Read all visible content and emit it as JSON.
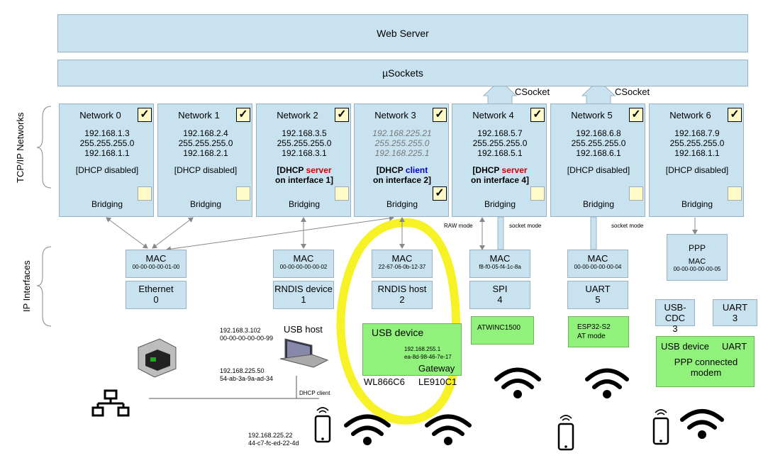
{
  "web_server": "Web Server",
  "usockets": "µSockets",
  "csocket_a": "CSocket",
  "csocket_b": "CSocket",
  "side_labels": {
    "tcpip": "TCP/IP Networks",
    "ip_ifaces": "IP Interfaces"
  },
  "networks": [
    {
      "title": "Network 0",
      "ip": "192.168.1.3",
      "mask": "255.255.255.0",
      "gw": "192.168.1.1",
      "dhcp": "[DHCP disabled]",
      "bridging": "Bridging"
    },
    {
      "title": "Network 1",
      "ip": "192.168.2.4",
      "mask": "255.255.255.0",
      "gw": "192.168.2.1",
      "dhcp": "[DHCP disabled]",
      "bridging": "Bridging"
    },
    {
      "title": "Network 2",
      "ip": "192.168.3.5",
      "mask": "255.255.255.0",
      "gw": "192.168.3.1",
      "dhcp_a": "[DHCP ",
      "dhcp_b": "server",
      "dhcp_c": "on interface 1]",
      "bridging": "Bridging"
    },
    {
      "title": "Network 3",
      "ip": "192.168.225.21",
      "mask": "255.255.255.0",
      "gw": "192.168.225.1",
      "dhcp_a": "[DHCP ",
      "dhcp_b": "client",
      "dhcp_c": "on interface 2]",
      "bridging": "Bridging"
    },
    {
      "title": "Network 4",
      "ip": "192.168.5.7",
      "mask": "255.255.255.0",
      "gw": "192.168.5.1",
      "dhcp_a": "[DHCP ",
      "dhcp_b": "server",
      "dhcp_c": "on interface 4]",
      "bridging": "Bridging"
    },
    {
      "title": "Network 5",
      "ip": "192.168.6.8",
      "mask": "255.255.255.0",
      "gw": "192.168.6.1",
      "dhcp": "[DHCP disabled]",
      "bridging": "Bridging"
    },
    {
      "title": "Network 6",
      "ip": "192.168.7.9",
      "mask": "255.255.255.0",
      "gw": "192.168.1.1",
      "dhcp": "[DHCP disabled]",
      "bridging": "Bridging"
    }
  ],
  "check": "✓",
  "modes": {
    "raw": "RAW mode",
    "socket1": "socket mode",
    "socket2": "socket mode"
  },
  "macs": [
    {
      "label": "MAC",
      "addr": "00-00-00-00-01-00",
      "if1": "Ethernet",
      "if2": "0"
    },
    {
      "label": "MAC",
      "addr": "00-00-00-00-00-02",
      "if1": "RNDIS device",
      "if2": "1"
    },
    {
      "label": "MAC",
      "addr": "22-67-06-0b-12-37",
      "if1": "RNDIS host",
      "if2": "2"
    },
    {
      "label": "MAC",
      "addr": "f8-f0-05-f4-1c-8a",
      "if1": "SPI",
      "if2": "4"
    },
    {
      "label": "MAC",
      "addr": "00-00-00-00-00-04",
      "if1": "UART",
      "if2": "5"
    },
    {
      "label": "PPP",
      "mac": "MAC",
      "addr": "00-00-00-00-00-05"
    }
  ],
  "usbcdc": {
    "a": "USB-CDC",
    "b": "3"
  },
  "uart3": {
    "a": "UART",
    "b": "3"
  },
  "usb_device": {
    "title": "USB device",
    "ip": "192.168.255.1",
    "mac": "ea-8d-98-46-7e-17",
    "gateway": "Gateway"
  },
  "modems": {
    "a": "WL866C6",
    "b": "LE910C1"
  },
  "atwinc": "ATWINC1500",
  "esp": {
    "a": "ESP32-S2",
    "b": "AT mode"
  },
  "ppp_modem": {
    "a": "USB device",
    "b": "UART",
    "c": "PPP connected",
    "d": "modem"
  },
  "usb_host": "USB host",
  "host1": {
    "ip": "192.168.3.102",
    "mac": "00-00-00-00-00-99"
  },
  "host2": {
    "ip": "192.168.225.50",
    "mac": "54-ab-3a-9a-ad-34"
  },
  "dhcp_client": "DHCP client",
  "phone": {
    "ip": "192.168.225.22",
    "mac": "44-c7-fc-ed-22-4d"
  },
  "colors": {
    "box": "#c9e2f0",
    "green": "#90f27a",
    "highlight": "#f4f000"
  }
}
